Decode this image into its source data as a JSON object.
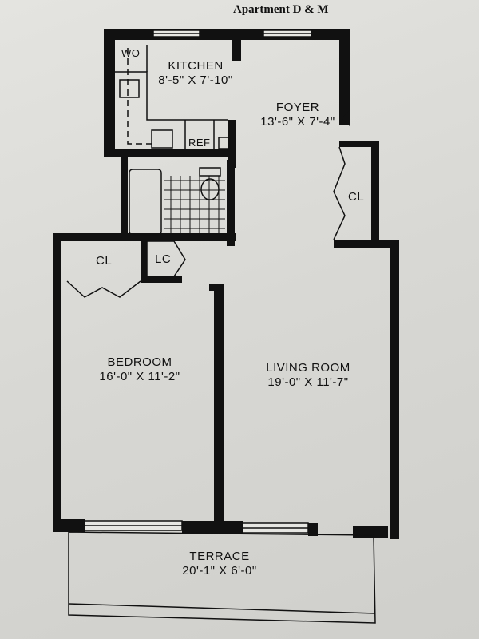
{
  "title": "Apartment D & M",
  "rooms": {
    "kitchen": {
      "name": "KITCHEN",
      "dims": "8'-5\" X 7'-10\""
    },
    "foyer": {
      "name": "FOYER",
      "dims": "13'-6\" X 7'-4\""
    },
    "bedroom": {
      "name": "BEDROOM",
      "dims": "16'-0\" X 11'-2\""
    },
    "living": {
      "name": "LIVING ROOM",
      "dims": "19'-0\" X 11'-7\""
    },
    "terrace": {
      "name": "TERRACE",
      "dims": "20'-1\" X 6'-0\""
    }
  },
  "fixtures": {
    "wo": "WO",
    "ref": "REF",
    "cl_foyer": "CL",
    "cl_bedroom": "CL",
    "lc": "LC"
  },
  "colors": {
    "wall": "#111111",
    "paper": "#dcdcd8"
  }
}
